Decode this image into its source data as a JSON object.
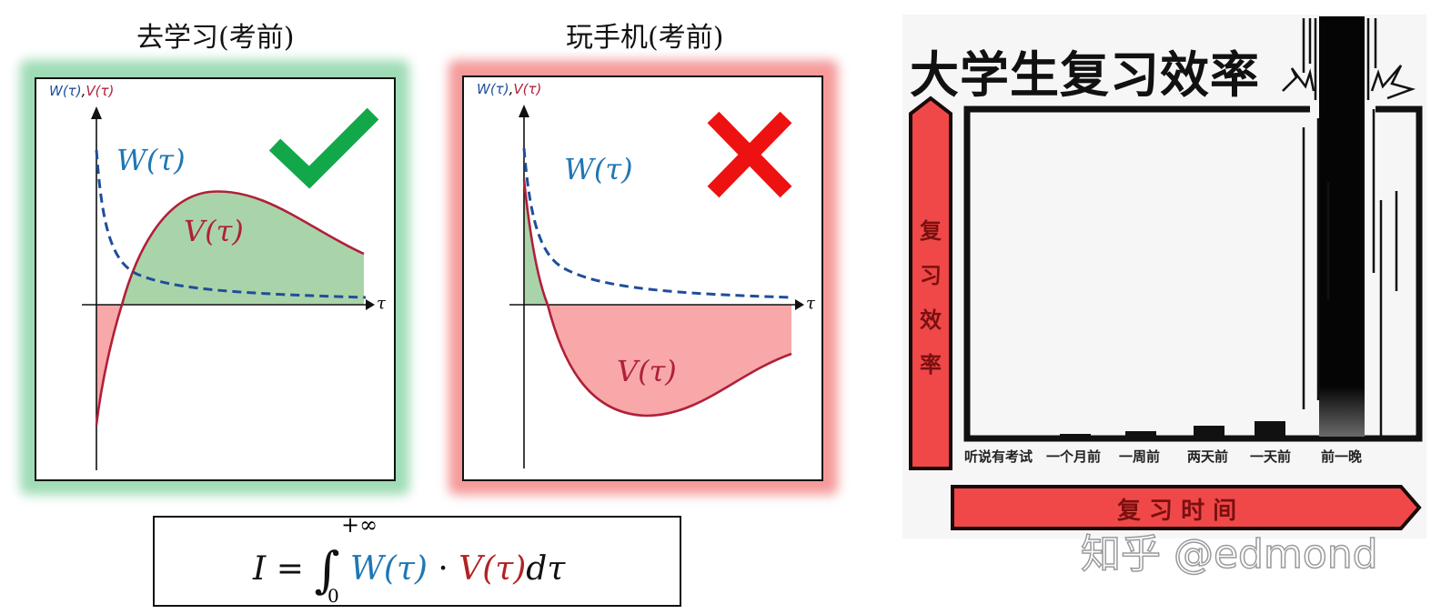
{
  "left_panel": {
    "title": "去学习(考前)",
    "axis_label_w": "W(τ)",
    "axis_label_sep": ",",
    "axis_label_v": "V(τ)",
    "curve_w_label": "W(τ)",
    "curve_v_label": "V(τ)",
    "x_axis_label": "τ",
    "verdict_icon": "checkmark-icon",
    "verdict_color": "#12a84a",
    "glow_color": "#9fdcb6"
  },
  "middle_panel": {
    "title": "玩手机(考前)",
    "axis_label_w": "W(τ)",
    "axis_label_sep": ",",
    "axis_label_v": "V(τ)",
    "curve_w_label": "W(τ)",
    "curve_v_label": "V(τ)",
    "x_axis_label": "τ",
    "verdict_icon": "cross-icon",
    "verdict_color": "#ee1111",
    "glow_color": "#f59a9a"
  },
  "formula": {
    "lhs": "I",
    "equals": "=",
    "integral": "∫",
    "upper": "+∞",
    "lower": "0",
    "w_term": "W(τ)",
    "dot": "·",
    "v_term": "V(τ)",
    "differential": "dτ"
  },
  "meme": {
    "title": "大学生复习效率",
    "y_axis_label": "复习效率",
    "y_axis_chars": [
      "复",
      "习",
      "效",
      "率"
    ],
    "x_axis_label": "复 习 时 间",
    "categories": [
      "听说有考试",
      "一个月前",
      "一周前",
      "两天前",
      "一天前",
      "前一晚"
    ],
    "arrow_color": "#f04848",
    "watermark": "知乎 @edmond"
  },
  "colors": {
    "w_curve": "#1f4e9a",
    "w_label": "#1f77b4",
    "v_curve": "#b0203a",
    "positive_fill": "#a9d4a9",
    "negative_fill": "#f8a8a8"
  },
  "chart_data": [
    {
      "type": "area",
      "title": "去学习(考前)",
      "xlabel": "τ",
      "ylabel": "W(τ), V(τ)",
      "series": [
        {
          "name": "W(τ)",
          "style": "dashed",
          "description": "decaying from high at τ=0 toward ~0"
        },
        {
          "name": "V(τ)",
          "style": "solid",
          "description": "starts strongly negative, crosses zero early, peaks positive, slowly decays; mostly positive area"
        }
      ],
      "verdict": "correct"
    },
    {
      "type": "area",
      "title": "玩手机(考前)",
      "xlabel": "τ",
      "ylabel": "W(τ), V(τ)",
      "series": [
        {
          "name": "W(τ)",
          "style": "dashed",
          "description": "decaying from high at τ=0 toward ~0"
        },
        {
          "name": "V(τ)",
          "style": "solid",
          "description": "starts positive, crosses zero early, dips to deep negative minimum, slowly recovers; mostly negative area"
        }
      ],
      "verdict": "wrong"
    },
    {
      "type": "bar",
      "title": "大学生复习效率",
      "xlabel": "复习时间",
      "ylabel": "复习效率",
      "categories": [
        "听说有考试",
        "一个月前",
        "一周前",
        "两天前",
        "一天前",
        "前一晚"
      ],
      "values": [
        0,
        1,
        2,
        4,
        5.5,
        120
      ],
      "annotations": [
        "前一晚 bar breaks through top of chart frame"
      ]
    }
  ]
}
